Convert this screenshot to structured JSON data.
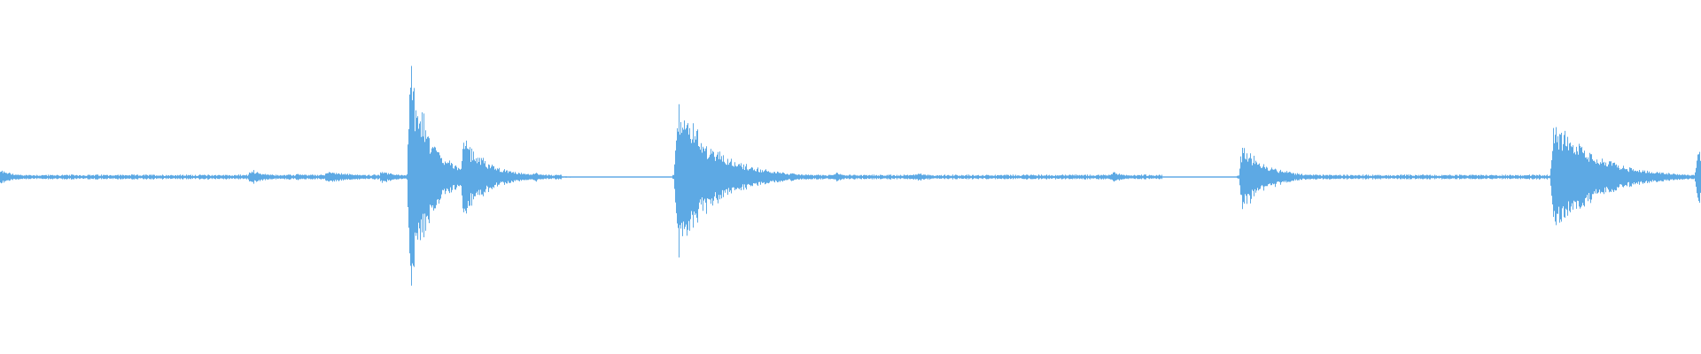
{
  "waveform": {
    "color": "#5DA9E4",
    "background": "#FFFFFF",
    "peak_scale": 1.0,
    "baseline_noise": 0.02,
    "events": [
      {
        "t": 0.0,
        "peak": 0.06,
        "decay": 0.01,
        "kind": "burst"
      },
      {
        "t": 0.148,
        "peak": 0.06,
        "decay": 0.01,
        "kind": "burst"
      },
      {
        "t": 0.175,
        "peak": 0.03,
        "decay": 0.006,
        "kind": "blip"
      },
      {
        "t": 0.193,
        "peak": 0.05,
        "decay": 0.018,
        "kind": "burst"
      },
      {
        "t": 0.225,
        "peak": 0.05,
        "decay": 0.01,
        "kind": "burst"
      },
      {
        "t": 0.241,
        "peak": 0.95,
        "decay": 0.012,
        "kind": "transient"
      },
      {
        "t": 0.272,
        "peak": 0.33,
        "decay": 0.015,
        "kind": "transient"
      },
      {
        "t": 0.315,
        "peak": 0.04,
        "decay": 0.004,
        "kind": "blip"
      },
      {
        "t": 0.398,
        "peak": 0.65,
        "decay": 0.022,
        "kind": "transient"
      },
      {
        "t": 0.492,
        "peak": 0.04,
        "decay": 0.005,
        "kind": "blip"
      },
      {
        "t": 0.54,
        "peak": 0.04,
        "decay": 0.005,
        "kind": "blip"
      },
      {
        "t": 0.655,
        "peak": 0.04,
        "decay": 0.008,
        "kind": "blip"
      },
      {
        "t": 0.73,
        "peak": 0.28,
        "decay": 0.015,
        "kind": "transient"
      },
      {
        "t": 0.913,
        "peak": 0.5,
        "decay": 0.025,
        "kind": "transient"
      },
      {
        "t": 0.998,
        "peak": 0.28,
        "decay": 0.004,
        "kind": "transient"
      }
    ],
    "silent_gaps": [
      [
        0.33,
        0.395
      ],
      [
        0.683,
        0.727
      ],
      [
        0.965,
        0.995
      ]
    ]
  }
}
